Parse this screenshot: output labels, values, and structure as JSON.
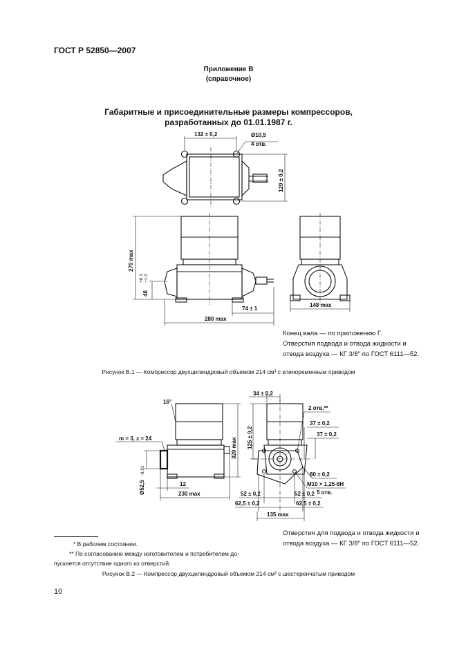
{
  "header": {
    "doc_id": "ГОСТ Р 52850—2007"
  },
  "appendix": {
    "title": "Приложение В",
    "subtitle": "(справочное)"
  },
  "section": {
    "title_line1": "Габаритные и присоединительные размеры компрессоров,",
    "title_line2": "разработанных до 01.01.1987 г."
  },
  "figure1": {
    "dims": {
      "top_width": "132 ± 0,2",
      "hole_dia": "Ø10,5",
      "hole_count": "4 отв.",
      "top_height": "120 ± 0,2",
      "height": "270 max",
      "shaft_height": "46",
      "shaft_tol_upper": "+0,1",
      "shaft_tol_lower": "−1,0",
      "shaft_offset": "74 ± 1",
      "length": "280 max",
      "width": "148 max"
    },
    "notes": [
      "Конец вала — по приложению Г.",
      "Отверстия подвода и отвода жидкости и",
      "отвода воздуха — КГ 3/8\" по ГОСТ 6111—52."
    ],
    "caption": "Рисунок В.1 — Компрессор двухцилиндровый объемом 214 см³ с клиноременным приводом"
  },
  "figure2": {
    "dims": {
      "angle": "16°",
      "gear": "m = 3, z = 24",
      "dia": "Ø52,5",
      "dia_tol": "−0,01",
      "len_12": "12",
      "length": "230 max",
      "height": "320 max",
      "h125": "125 ± 0,2",
      "w34": "34 ± 0,2",
      "holes2": "2 отв.**",
      "d37a": "37 ± 0,2",
      "d37b": "37 ± 0,2",
      "d80": "80 ± 0,2",
      "thread": "М10 × 1,25-6Н",
      "holes5": "5 отв.",
      "d52l": "52 ± 0,2",
      "d52r": "52 ± 0,2",
      "d625l": "62,5 ± 0,2",
      "d625r": "62,5 ± 0,2",
      "width": "135 max"
    },
    "notes": [
      "Отверстия для подвода и отвода жидкости и",
      "отвода воздуха — КГ 3/8\" по ГОСТ 6111—52."
    ],
    "caption": "Рисунок В.2 — Компрессор двухцилиндровый объемом 214 см³ с шестеренчатым приводом"
  },
  "footnotes": {
    "fn1": "*  В рабочем состоянии.",
    "fn2_line1": "**  По согласованию между изготовителем и потребителем до-",
    "fn2_line2": "пускается отсутствие одного из отверстий."
  },
  "page_number": "10"
}
